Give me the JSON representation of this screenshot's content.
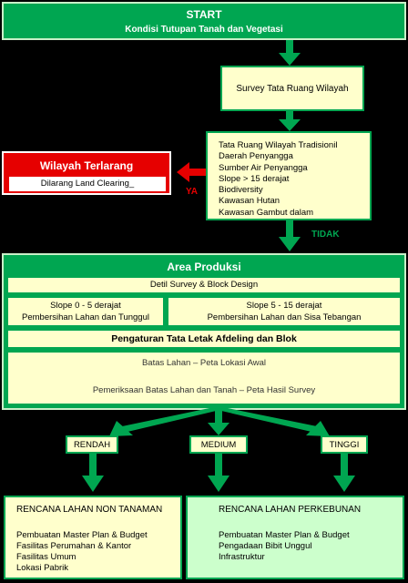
{
  "start": {
    "title": "START",
    "subtitle": "Kondisi Tutupan Tanah dan Vegetasi"
  },
  "survey": {
    "label": "Survey Tata Ruang Wilayah"
  },
  "criteria": {
    "items": [
      "Tata Ruang Wilayah Tradisionil",
      "Daerah Penyangga",
      "Sumber Air Penyangga",
      "Slope > 15 derajat",
      "Biodiversity",
      "Kawasan Hutan",
      "Kawasan Gambut dalam"
    ]
  },
  "terlarang": {
    "title": "Wilayah Terlarang",
    "note": "Dilarang Land Clearing_"
  },
  "decisions": {
    "ya": "YA",
    "tidak": "TIDAK"
  },
  "area": {
    "title": "Area Produksi",
    "detil": "Detil Survey & Block Design",
    "slope_a": {
      "line1": "Slope 0 - 5 derajat",
      "line2": "Pembersihan Lahan dan Tunggul"
    },
    "slope_b": {
      "line1": "Slope 5 - 15 derajat",
      "line2": "Pembersihan Lahan dan Sisa Tebangan"
    },
    "pengaturan": "Pengaturan Tata Letak Afdeling dan Blok",
    "batas1": "Batas Lahan – Peta Lokasi Awal",
    "batas2": "Pemeriksaan Batas Lahan  dan  Tanah – Peta Hasil Survey"
  },
  "levels": {
    "rendah": "RENDAH",
    "medium": "MEDIUM",
    "tinggi": "TINGGI"
  },
  "non_tanaman": {
    "title": "RENCANA LAHAN NON TANAMAN",
    "items": [
      "Pembuatan Master Plan & Budget",
      "Fasilitas Perumahan & Kantor",
      "Fasilitas Umum",
      "Lokasi Pabrik"
    ]
  },
  "perkebunan": {
    "title": "RENCANA LAHAN PERKEBUNAN",
    "items": [
      "Pembuatan Master Plan & Budget",
      "Pengadaan Bibit Unggul",
      "Infrastruktur"
    ]
  },
  "colors": {
    "green": "#00a651",
    "red": "#e60000",
    "pale_yellow": "#ffffcc",
    "pale_green": "#ccffcc"
  }
}
